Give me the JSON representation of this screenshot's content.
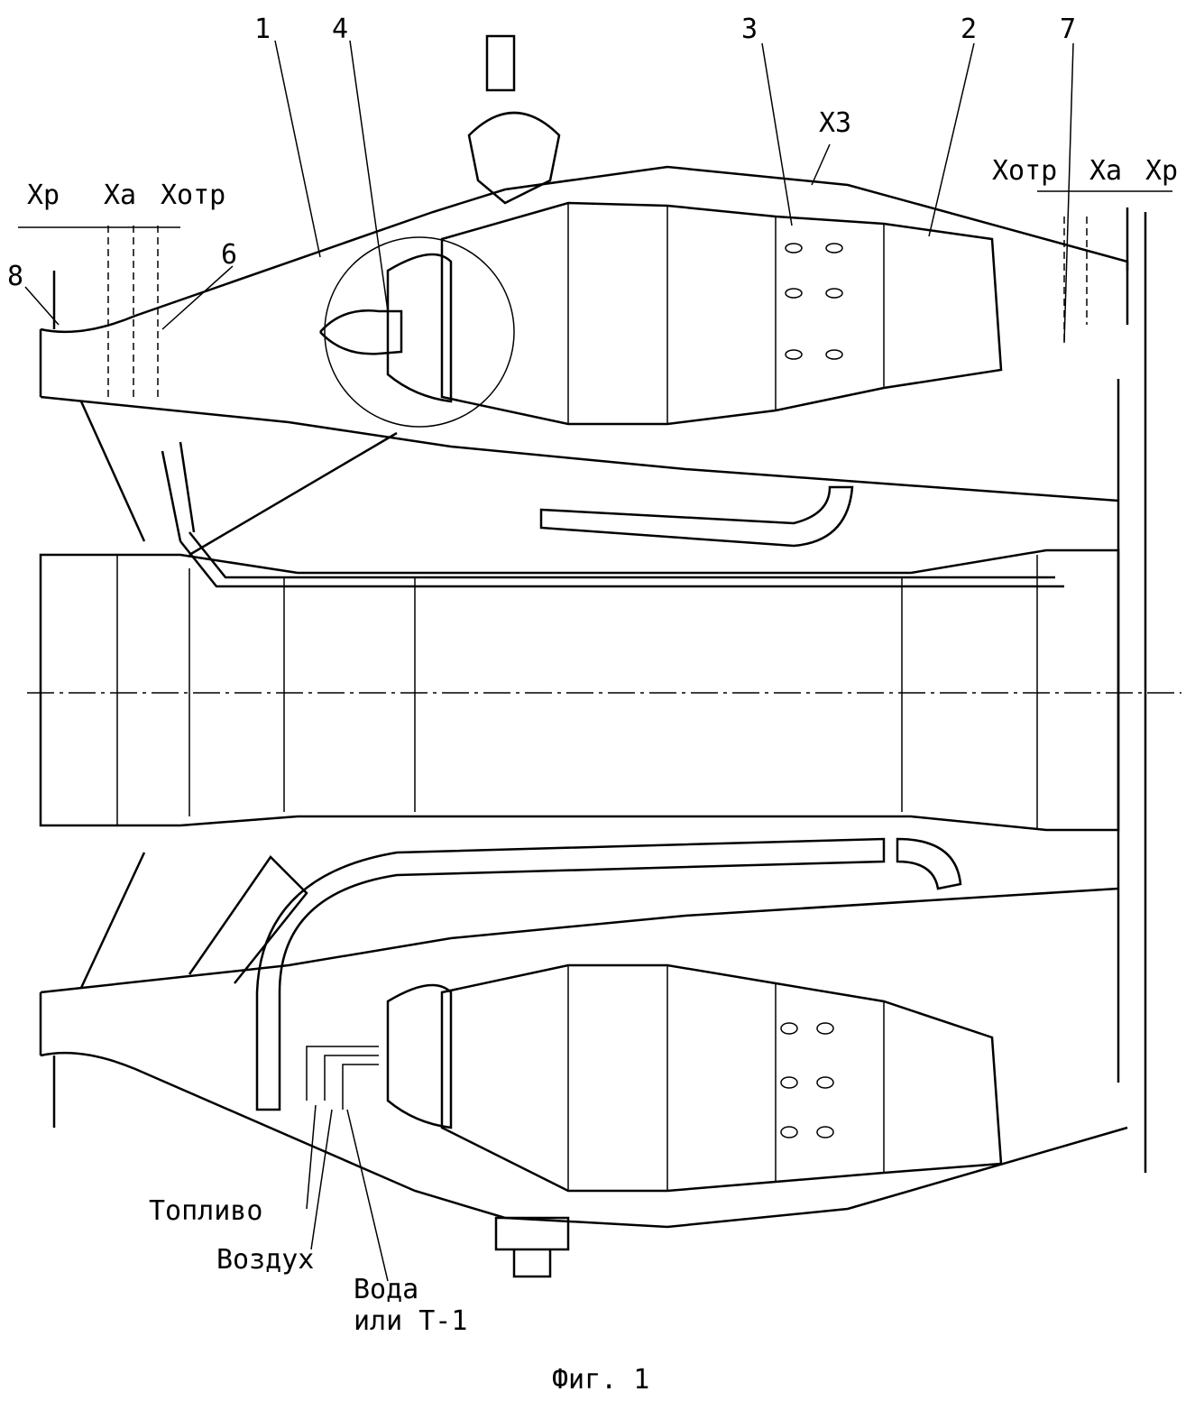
{
  "figure": {
    "caption": "Фиг. 1",
    "part_numbers": [
      "1",
      "4",
      "3",
      "2",
      "7",
      "8",
      "6"
    ],
    "sections_left": {
      "xp": "Хр",
      "xa": "Ха",
      "xotr": "Хотр"
    },
    "sections_right": {
      "xotr": "Хотр",
      "xa": "Ха",
      "xp": "Хр"
    },
    "zone_label": "X3",
    "inputs": {
      "fuel": "Топливо",
      "air": "Воздух",
      "water_line1": "Вода",
      "water_line2": "или Т-1"
    }
  }
}
